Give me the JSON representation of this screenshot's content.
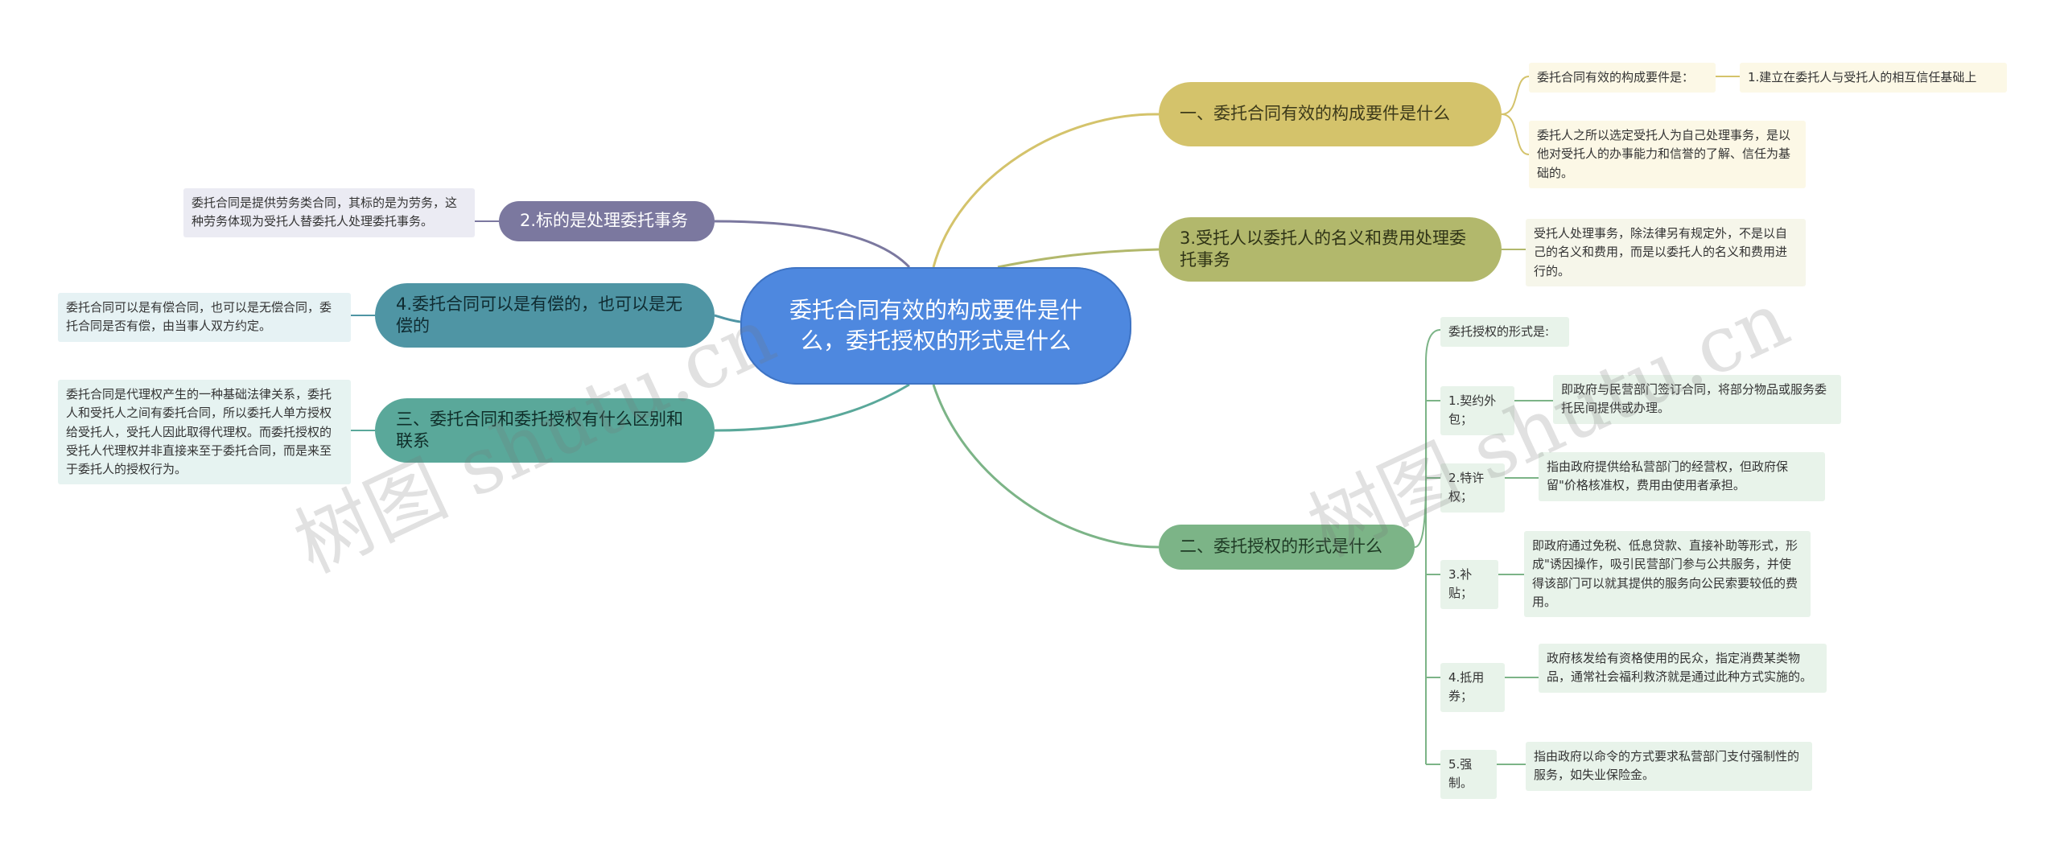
{
  "root": "委托合同有效的构成要件是什么，委托授权的形式是什么",
  "right": {
    "b1": {
      "title": "一、委托合同有效的构成要件是什么",
      "l1": "委托合同有效的构成要件是：",
      "l1a": "1.建立在委托人与受托人的相互信任基础上",
      "l2": "委托人之所以选定受托人为自己处理事务，是以他对受托人的办事能力和信誉的了解、信任为基础的。"
    },
    "b2": {
      "title": "3.受托人以委托人的名义和费用处理委托事务",
      "l1": "受托人处理事务，除法律另有规定外，不是以自己的名义和费用，而是以委托人的名义和费用进行的。"
    },
    "b3": {
      "title": "二、委托授权的形式是什么",
      "head": "委托授权的形式是:",
      "items": [
        {
          "k": "1.契约外包；",
          "v": "即政府与民营部门签订合同，将部分物品或服务委托民间提供或办理。"
        },
        {
          "k": "2.特许权；",
          "v": "指由政府提供给私营部门的经营权，但政府保留\"价格核准权，费用由使用者承担。"
        },
        {
          "k": "3.补贴；",
          "v": "即政府通过免税、低息贷款、直接补助等形式，形成\"诱因操作，吸引民营部门参与公共服务，并使得该部门可以就其提供的服务向公民索要较低的费用。"
        },
        {
          "k": "4.抵用券；",
          "v": "政府核发给有资格使用的民众，指定消费某类物品，通常社会福利救济就是通过此种方式实施的。"
        },
        {
          "k": "5.强制。",
          "v": "指由政府以命令的方式要求私营部门支付强制性的服务，如失业保险金。"
        }
      ]
    }
  },
  "left": {
    "b4": {
      "title": "2.标的是处理委托事务",
      "l1": "委托合同是提供劳务类合同，其标的是为劳务，这种劳务体现为受托人替委托人处理委托事务。"
    },
    "b5": {
      "title": "4.委托合同可以是有偿的，也可以是无偿的",
      "l1": "委托合同可以是有偿合同，也可以是无偿合同，委托合同是否有偿，由当事人双方约定。"
    },
    "b6": {
      "title": "三、委托合同和委托授权有什么区别和联系",
      "l1": "委托合同是代理权产生的一种基础法律关系，委托人和受托人之间有委托合同，所以委托人单方授权给受托人，受托人因此取得代理权。而委托授权的受托人代理权并非直接来至于委托合同，而是来至于委托人的授权行为。"
    }
  },
  "watermark": "树图 shutu.cn",
  "colors": {
    "root": "#4e88df",
    "yellow": "#d4c36b",
    "olive": "#b2b86c",
    "green": "#7cb487",
    "purple": "#7b789f",
    "blue": "#4f95a4",
    "teal": "#5aa89a"
  }
}
